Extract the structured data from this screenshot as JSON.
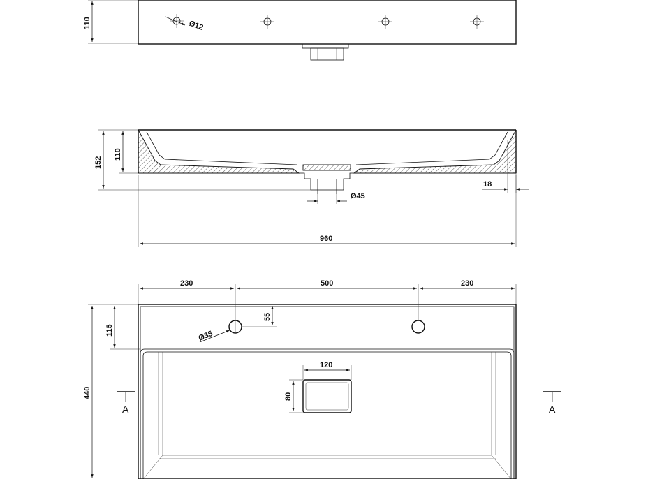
{
  "top_view": {
    "height_label": "110",
    "hole_label": "Ø12"
  },
  "section_view": {
    "total_height_label": "152",
    "bowl_height_label": "110",
    "drain_label": "Ø45",
    "wall_label": "18",
    "width_label": "960"
  },
  "plan_view": {
    "left_offset_label": "230",
    "hole_spacing_label": "500",
    "right_offset_label": "230",
    "depth_label": "440",
    "deck_depth_label": "115",
    "hole_offset_label": "55",
    "hole_label": "Ø35",
    "drain_width_label": "120",
    "drain_height_label": "80",
    "section_left_label": "A",
    "section_right_label": "A"
  }
}
